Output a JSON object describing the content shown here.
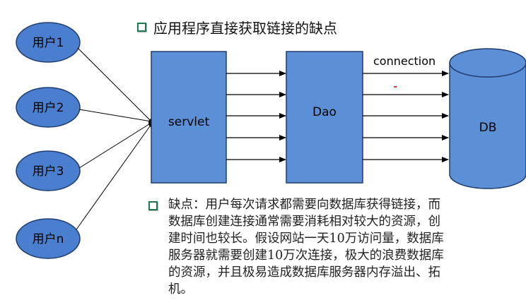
{
  "heading": "应用程序直接获取链接的缺点",
  "users": [
    "用户1",
    "用户2",
    "用户3",
    "用户n"
  ],
  "servlet_label": "servlet",
  "dao_label": "Dao",
  "db_label": "DB",
  "connection_label": "connection",
  "description": "缺点：用户每次请求都需要向数据库获得链接，而\n数据库创建连接通常需要消耗相对较大的资源，创\n建时间也较长。假设网站一天10万访问量，数据库\n服务器就需要创建10万次连接，极大的浪费数据库\n的资源，并且极易造成数据库服务器内存溢出、拓\n机。",
  "colors": {
    "box_fill": "#5b8fd6",
    "box_stroke": "#1f3c6e",
    "user_fill": "#4a7fd0",
    "check": "#1d7a55"
  }
}
